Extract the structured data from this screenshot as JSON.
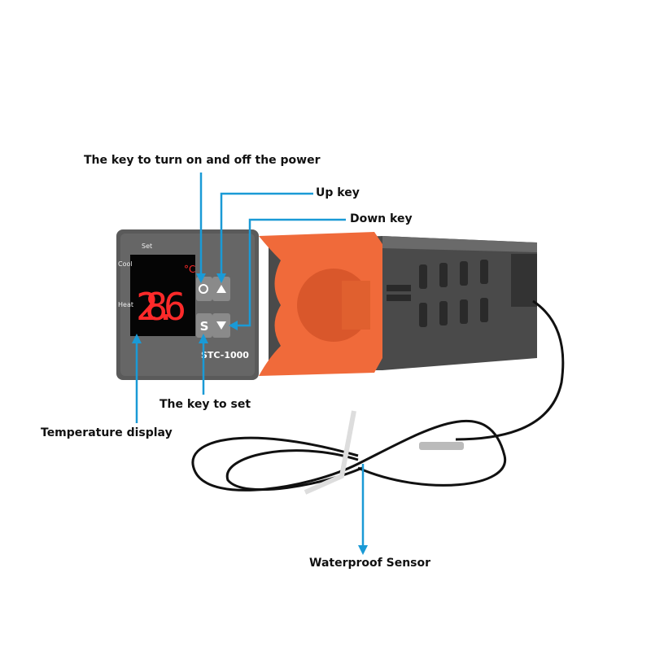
{
  "labels": {
    "power_key": "The key to turn on and off the power",
    "up_key": "Up key",
    "down_key": "Down key",
    "set_key": "The key to set",
    "temperature_display": "Temperature display",
    "waterproof_sensor": "Waterproof Sensor"
  },
  "device": {
    "model": "STC-1000",
    "indicator_set": "Set",
    "indicator_cool": "Cool",
    "indicator_heat": "Heat",
    "display_value": "28.6",
    "display_unit": "°C",
    "set_button": "S"
  },
  "colors": {
    "arrow": "#1a9ad6",
    "housing": "#5a5a5a",
    "clip": "#f06a3a",
    "display_digits": "#ff2a2a"
  }
}
